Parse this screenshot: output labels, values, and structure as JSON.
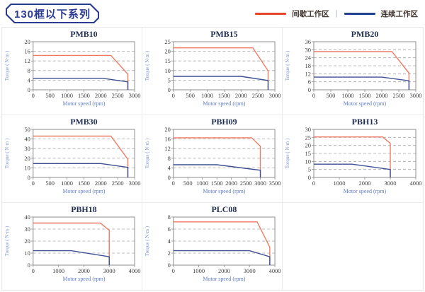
{
  "header": {
    "title_badge": "130框以下系列"
  },
  "legend": {
    "separator": "|",
    "items": [
      {
        "name": "intermittent-duty-zone",
        "label": "间歇工作区",
        "color": "#e8432c"
      },
      {
        "name": "continuous-duty-zone",
        "label": "连续工作区",
        "color": "#24418e"
      }
    ]
  },
  "colors": {
    "accent_navy": "#2c3b92",
    "chart_red": "#ef7a63",
    "chart_blue": "#3d4f93",
    "panel_border": "#e6e6e6"
  },
  "chart_data": [
    {
      "type": "line",
      "title": "PMB10",
      "xlabel": "Motor speed (rpm)",
      "ylabel": "Torque ( N·m )",
      "xlim": [
        0,
        3000
      ],
      "xtick_step": 500,
      "ylim": [
        0,
        20
      ],
      "ytick_step": 4,
      "grid": true,
      "series": [
        {
          "name": "间歇工作区",
          "color": "#ef7a63",
          "points": [
            [
              0,
              14.3
            ],
            [
              2300,
              14.3
            ],
            [
              2800,
              6.5
            ],
            [
              2800,
              0
            ]
          ]
        },
        {
          "name": "连续工作区",
          "color": "#3d4f93",
          "points": [
            [
              0,
              4.8
            ],
            [
              2050,
              4.8
            ],
            [
              2800,
              3.3
            ],
            [
              2800,
              0
            ]
          ]
        }
      ]
    },
    {
      "type": "line",
      "title": "PMB15",
      "xlabel": "Motor speed (rpm)",
      "ylabel": "Torque ( N·m )",
      "xlim": [
        0,
        3000
      ],
      "xtick_step": 500,
      "ylim": [
        0,
        25
      ],
      "ytick_step": 5,
      "grid": true,
      "series": [
        {
          "name": "间歇工作区",
          "color": "#ef7a63",
          "points": [
            [
              0,
              21.8
            ],
            [
              2350,
              21.8
            ],
            [
              2800,
              9.8
            ],
            [
              2800,
              0
            ]
          ]
        },
        {
          "name": "连续工作区",
          "color": "#3d4f93",
          "points": [
            [
              0,
              7
            ],
            [
              2000,
              7
            ],
            [
              2800,
              4.8
            ],
            [
              2800,
              0
            ]
          ]
        }
      ]
    },
    {
      "type": "line",
      "title": "PMB20",
      "xlabel": "Motor speed (rpm)",
      "ylabel": "Torque ( N·m )",
      "xlim": [
        0,
        3000
      ],
      "xtick_step": 500,
      "ylim": [
        0,
        36
      ],
      "ytick_step": 6,
      "grid": true,
      "series": [
        {
          "name": "间歇工作区",
          "color": "#ef7a63",
          "points": [
            [
              0,
              28.6
            ],
            [
              2300,
              28.6
            ],
            [
              2800,
              12.5
            ],
            [
              2800,
              0
            ]
          ]
        },
        {
          "name": "连续工作区",
          "color": "#3d4f93",
          "points": [
            [
              0,
              9.5
            ],
            [
              2000,
              9.5
            ],
            [
              2800,
              6.8
            ],
            [
              2800,
              0
            ]
          ]
        }
      ]
    },
    {
      "type": "line",
      "title": "PMB30",
      "xlabel": "Motor speed (rpm)",
      "ylabel": "Torque ( N·m )",
      "xlim": [
        0,
        3000
      ],
      "xtick_step": 500,
      "ylim": [
        0,
        50
      ],
      "ytick_step": 10,
      "grid": true,
      "series": [
        {
          "name": "间歇工作区",
          "color": "#ef7a63",
          "points": [
            [
              0,
              43
            ],
            [
              2300,
              43
            ],
            [
              2800,
              19
            ],
            [
              2800,
              0
            ]
          ]
        },
        {
          "name": "连续工作区",
          "color": "#3d4f93",
          "points": [
            [
              0,
              14.5
            ],
            [
              2000,
              14.5
            ],
            [
              2800,
              10.5
            ],
            [
              2800,
              0
            ]
          ]
        }
      ]
    },
    {
      "type": "line",
      "title": "PBH09",
      "xlabel": "Motor speed (rpm)",
      "ylabel": "Torque ( N·m )",
      "xlim": [
        0,
        3500
      ],
      "xtick_step": 500,
      "ylim": [
        0,
        20
      ],
      "ytick_step": 4,
      "grid": true,
      "series": [
        {
          "name": "间歇工作区",
          "color": "#ef7a63",
          "points": [
            [
              0,
              16.5
            ],
            [
              2700,
              16.5
            ],
            [
              3000,
              13
            ],
            [
              3000,
              0
            ]
          ]
        },
        {
          "name": "连续工作区",
          "color": "#3d4f93",
          "points": [
            [
              0,
              5.3
            ],
            [
              1500,
              5.3
            ],
            [
              3000,
              3
            ],
            [
              3000,
              0
            ]
          ]
        }
      ]
    },
    {
      "type": "line",
      "title": "PBH13",
      "xlabel": "Motor speed (rpm)",
      "ylabel": "Torque ( N·m )",
      "xlim": [
        0,
        4000
      ],
      "xtick_step": 1000,
      "ylim": [
        0,
        30
      ],
      "ytick_step": 5,
      "grid": true,
      "series": [
        {
          "name": "间歇工作区",
          "color": "#ef7a63",
          "points": [
            [
              0,
              25.3
            ],
            [
              2700,
              25.3
            ],
            [
              3000,
              21.3
            ],
            [
              3000,
              0
            ]
          ]
        },
        {
          "name": "连续工作区",
          "color": "#3d4f93",
          "points": [
            [
              0,
              8.3
            ],
            [
              1500,
              8.3
            ],
            [
              3000,
              5
            ],
            [
              3000,
              0
            ]
          ]
        }
      ]
    },
    {
      "type": "line",
      "title": "PBH18",
      "xlabel": "Motor speed (rpm)",
      "ylabel": "Torque ( N·m )",
      "xlim": [
        0,
        4000
      ],
      "xtick_step": 1000,
      "ylim": [
        0,
        40
      ],
      "ytick_step": 10,
      "grid": true,
      "series": [
        {
          "name": "间歇工作区",
          "color": "#ef7a63",
          "points": [
            [
              0,
              35
            ],
            [
              2650,
              35
            ],
            [
              3000,
              29
            ],
            [
              3000,
              0
            ]
          ]
        },
        {
          "name": "连续工作区",
          "color": "#3d4f93",
          "points": [
            [
              0,
              12
            ],
            [
              1500,
              12
            ],
            [
              3000,
              7
            ],
            [
              3000,
              0
            ]
          ]
        }
      ]
    },
    {
      "type": "line",
      "title": "PLC08",
      "xlabel": "Motor speed (rpm)",
      "ylabel": "Torque ( N·m )",
      "xlim": [
        0,
        4000
      ],
      "xtick_step": 1000,
      "ylim": [
        0,
        8
      ],
      "ytick_step": 2,
      "grid": true,
      "series": [
        {
          "name": "间歇工作区",
          "color": "#ef7a63",
          "points": [
            [
              0,
              7.2
            ],
            [
              3300,
              7.2
            ],
            [
              3800,
              3
            ],
            [
              3800,
              0
            ]
          ]
        },
        {
          "name": "连续工作区",
          "color": "#3d4f93",
          "points": [
            [
              0,
              2.4
            ],
            [
              3000,
              2.4
            ],
            [
              3800,
              1.4
            ],
            [
              3800,
              0
            ]
          ]
        }
      ]
    }
  ]
}
